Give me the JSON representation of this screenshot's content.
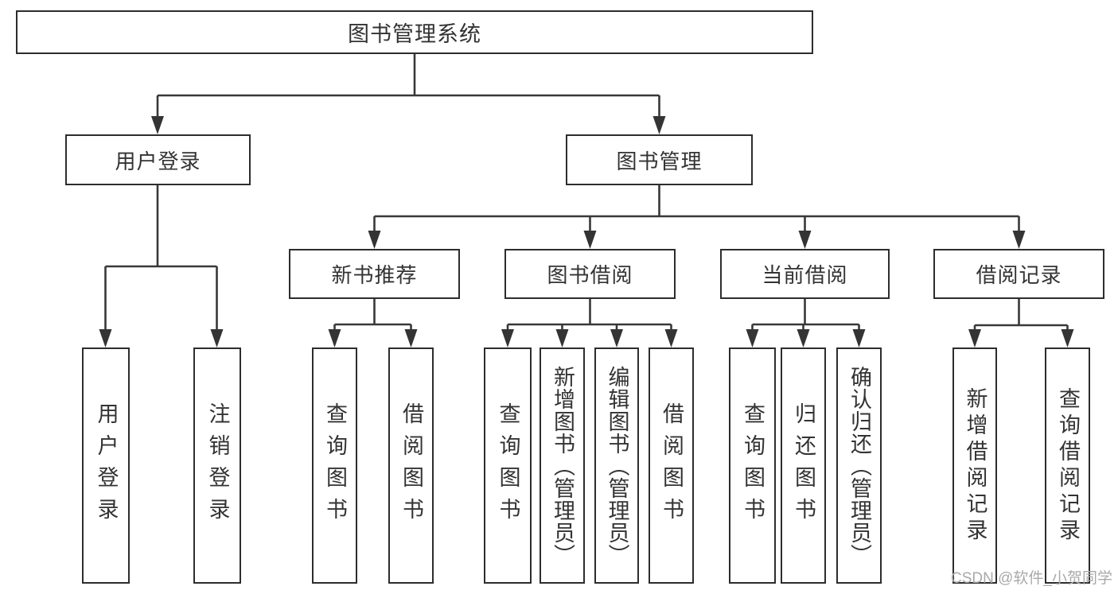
{
  "chart": {
    "root": {
      "label": "图书管理系统"
    },
    "level2": [
      {
        "label": "用户登录",
        "children": [
          {
            "label": "用户登录"
          },
          {
            "label": "注销登录"
          }
        ]
      },
      {
        "label": "图书管理",
        "children": [
          {
            "label": "新书推荐",
            "children": [
              {
                "label": "查询图书"
              },
              {
                "label": "借阅图书"
              }
            ]
          },
          {
            "label": "图书借阅",
            "children": [
              {
                "label": "查询图书"
              },
              {
                "label": "新增图书（管理员）"
              },
              {
                "label": "编辑图书（管理员）"
              },
              {
                "label": "借阅图书"
              }
            ]
          },
          {
            "label": "当前借阅",
            "children": [
              {
                "label": "查询图书"
              },
              {
                "label": "归还图书"
              },
              {
                "label": "确认归还（管理员）"
              }
            ]
          },
          {
            "label": "借阅记录",
            "children": [
              {
                "label": "新增借阅记录"
              },
              {
                "label": "查询借阅记录"
              }
            ]
          }
        ]
      }
    ]
  },
  "watermark": {
    "text": "CSDN @软件_小贺同学"
  },
  "colors": {
    "background": "#ffffff",
    "box_border": "#2d2d2d",
    "line": "#383838",
    "text": "#333333",
    "watermark": "#a9a9a9"
  }
}
